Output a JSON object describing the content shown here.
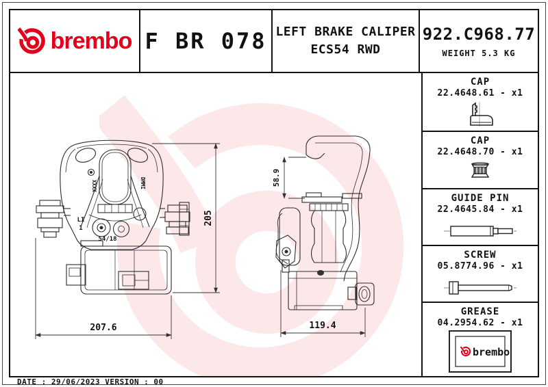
{
  "header": {
    "brand_wordmark": "brembo",
    "part_code": "F BR 078",
    "product_title_line1": "LEFT BRAKE CALIPER",
    "product_title_line2": "ECS54 RWD",
    "part_number": "922.C968.77",
    "weight_label": "WEIGHT 5.3 KG"
  },
  "drawing": {
    "front_view": {
      "height_dim": "205",
      "width_dim": "207.6",
      "bleed_label_line1": "LI",
      "bleed_label_line2": "1",
      "casting_code_left": "XXXX",
      "casting_code_right": "DMMI",
      "pad_code": "54/18"
    },
    "side_view": {
      "top_dim": "58.9",
      "width_dim": "119.4"
    }
  },
  "parts_list": [
    {
      "name": "CAP",
      "line": "22.4648.61 - x1",
      "icon": "cap-profile-icon"
    },
    {
      "name": "CAP",
      "line": "22.4648.70 - x1",
      "icon": "cap-plug-icon"
    },
    {
      "name": "GUIDE PIN",
      "line": "22.4645.84 - x1",
      "icon": "guide-pin-icon"
    },
    {
      "name": "SCREW",
      "line": "05.8774.96 - x1",
      "icon": "screw-icon"
    },
    {
      "name": "GREASE",
      "line": "04.2954.62 - x1",
      "icon": "grease-packet-icon"
    }
  ],
  "grease_packet_brand": "brembo",
  "footer": {
    "line": "DATE : 29/06/2023 VERSION : 00"
  },
  "colors": {
    "brand_red": "#e2001a",
    "line_color": "#2b2b2b"
  }
}
